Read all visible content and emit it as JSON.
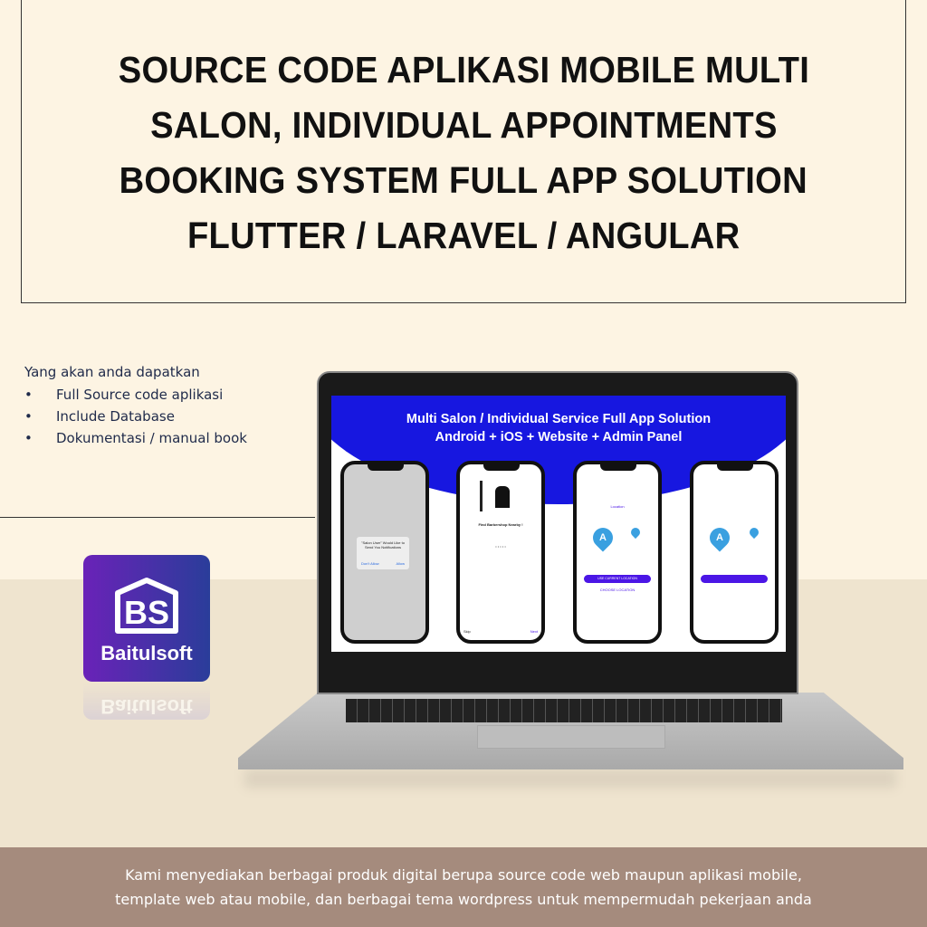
{
  "title": {
    "lines": [
      "SOURCE CODE APLIKASI MOBILE MULTI",
      "SALON, INDIVIDUAL APPOINTMENTS",
      "BOOKING SYSTEM FULL APP SOLUTION",
      "FLUTTER / LARAVEL / ANGULAR"
    ]
  },
  "features": {
    "heading": "Yang akan anda dapatkan",
    "items": [
      "Full Source  code aplikasi",
      "Include Database",
      "Dokumentasi / manual book"
    ]
  },
  "logo": {
    "name": "Baitulsoft",
    "monogram": "BS",
    "colors": [
      "#6a22b8",
      "#2a3d9a"
    ]
  },
  "screen": {
    "title_lines": [
      "Multi Salon / Individual  Service Full App Solution",
      "Android + iOS + Website + Admin Panel"
    ],
    "phone1": {
      "alert": "\"Salon User\" Would Like to Send You Notifications",
      "deny": "Don't Allow",
      "allow": "Allow"
    },
    "phone2": {
      "heading": "Find Barbershop Nearby !",
      "skip": "Skip",
      "next": "Next"
    },
    "phone3": {
      "label": "Location",
      "primary": "USE CURRENT LOCATION",
      "secondary": "CHOOSE LOCATION"
    },
    "accent": "#1717e0"
  },
  "footer": {
    "lines": [
      "Kami menyediakan berbagai produk digital berupa source code web maupun aplikasi mobile,",
      "template web atau mobile, dan berbagai tema wordpress untuk mempermudah pekerjaan anda"
    ]
  }
}
